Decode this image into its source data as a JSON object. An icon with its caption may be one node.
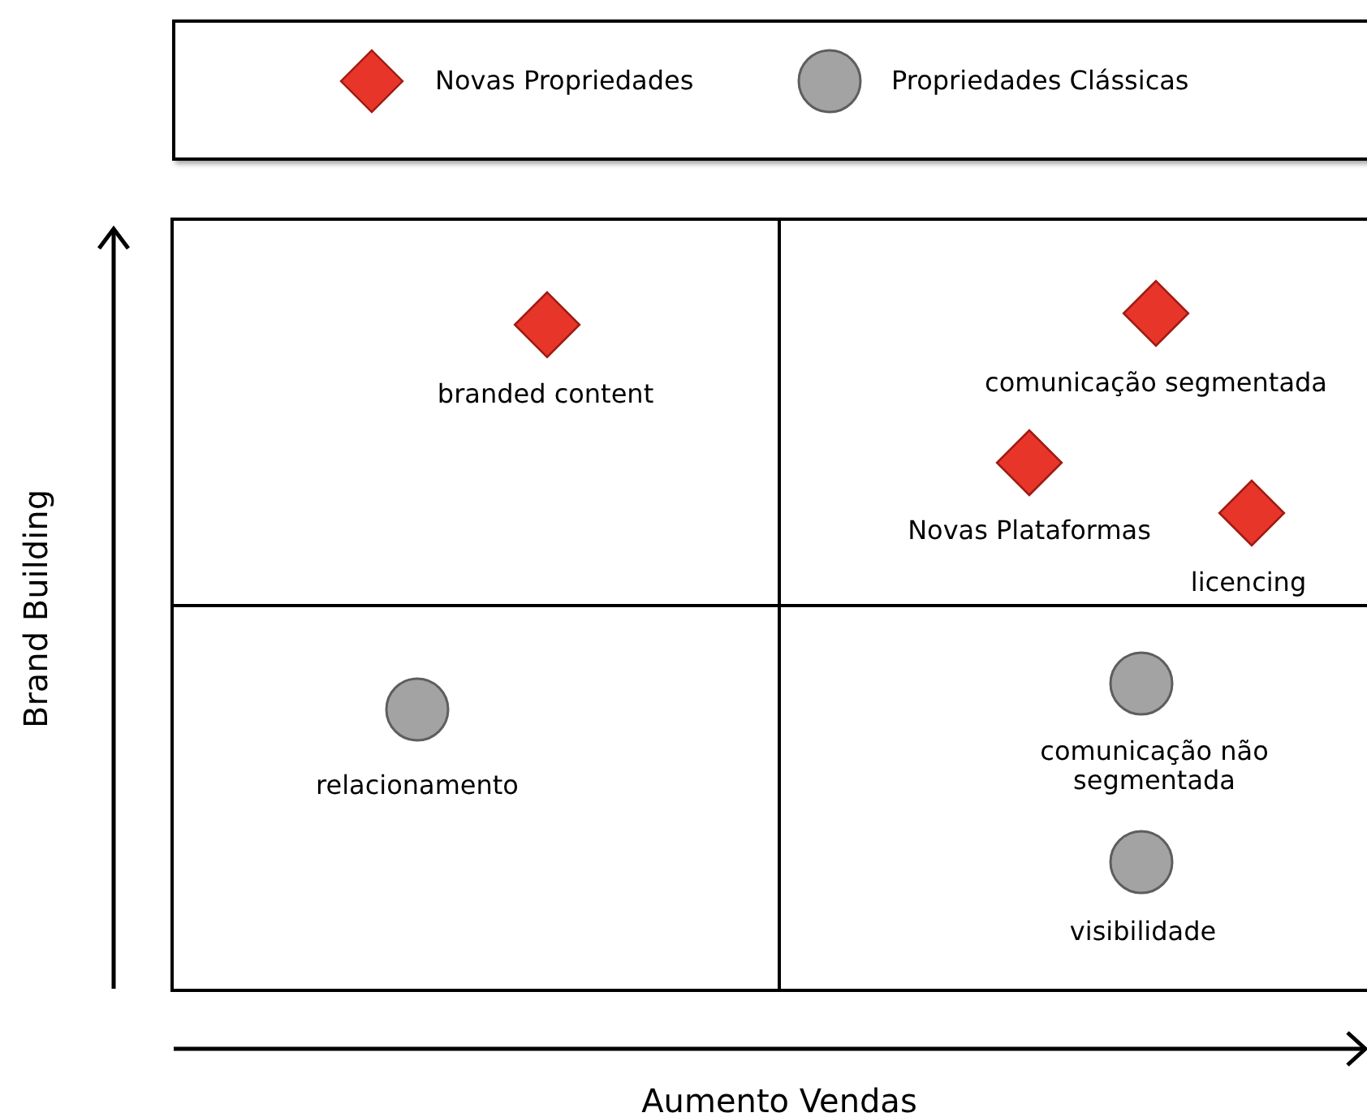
{
  "diagram": {
    "nodes": [
      {
        "text": [],
        "shape": "box"
      },
      {
        "text": [],
        "shape": "box"
      },
      {
        "text": [],
        "shape": "box"
      },
      {
        "text": [],
        "shape": "box"
      },
      {
        "text": [],
        "shape": "diamond",
        "in": 0,
        "beside": [
          "branded content"
        ]
      },
      {
        "text": [],
        "shape": "diamond",
        "in": 1,
        "beside": [
          "comunicação segmentada"
        ]
      },
      {
        "text": [],
        "shape": "diamond",
        "in": 1,
        "beside": [
          "Novas Plataformas"
        ]
      },
      {
        "text": [],
        "shape": "diamond",
        "in": 1,
        "beside": [
          "licencing"
        ]
      },
      {
        "text": [],
        "shape": "circle",
        "in": 2,
        "beside": [
          "relacionamento"
        ]
      },
      {
        "text": [],
        "shape": "circle",
        "in": 3,
        "beside": [
          "comunicação não segmentada"
        ]
      },
      {
        "text": [],
        "shape": "circle",
        "in": 3,
        "beside": [
          "visibilidade"
        ]
      }
    ],
    "edges": [],
    "labels": [
      "Brand Building",
      "Aumento Vendas"
    ],
    "legend": [
      {
        "text": "Novas Propriedades"
      },
      {
        "text": "Propriedades Clássicas"
      }
    ]
  }
}
